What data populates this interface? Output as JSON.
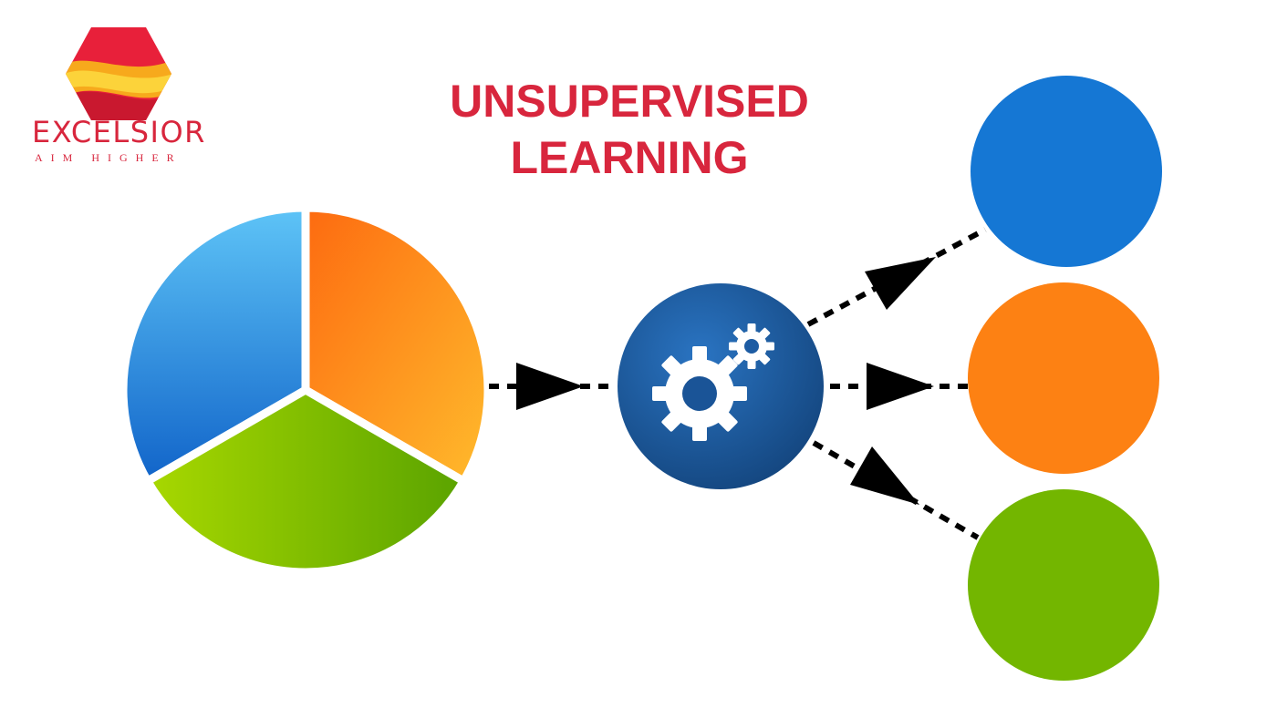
{
  "logo": {
    "name": "EXCELSIOR",
    "tagline": "AIM HIGHER"
  },
  "title": {
    "line1": "UNSUPERVISED",
    "line2": "LEARNING"
  },
  "colors": {
    "brand_red": "#d8263d",
    "blue": "#1577d4",
    "orange": "#fd8113",
    "green": "#73b600",
    "gear_circle": "#1d5aa0"
  },
  "icons": {
    "processor": "gears-icon"
  }
}
